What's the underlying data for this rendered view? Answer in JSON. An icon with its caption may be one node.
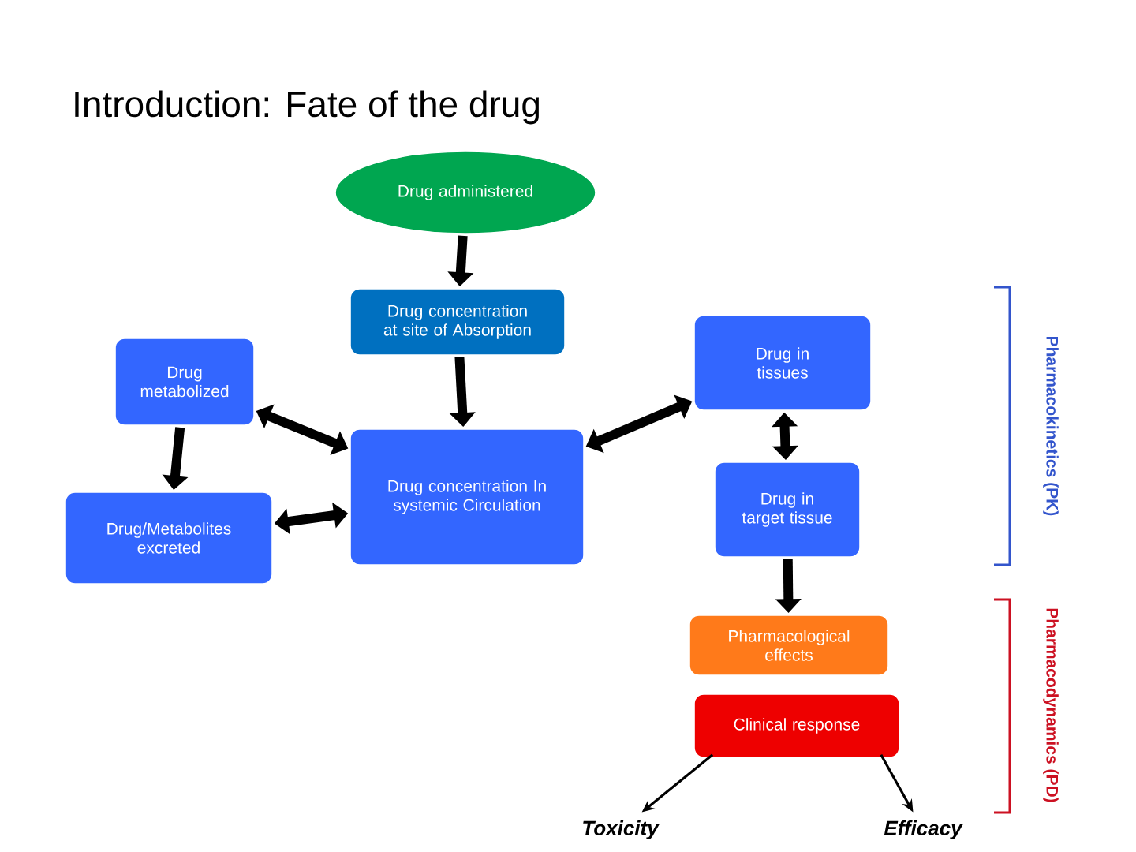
{
  "diagram": {
    "title": "Introduction: Fate of the drug",
    "nodes": [
      {
        "text": [
          "Drug administered"
        ]
      },
      {
        "text": [
          "Drug concentration at site of Absorption"
        ]
      },
      {
        "text": [
          "Drug metabolized"
        ]
      },
      {
        "text": [
          "Drug in tissues"
        ]
      },
      {
        "text": [
          "Drug concentration In systemic Circulation"
        ]
      },
      {
        "text": [
          "Drug/Metabolites excreted"
        ]
      },
      {
        "text": [
          "Drug in target tissue"
        ]
      },
      {
        "text": [
          "Pharmacological effects"
        ]
      },
      {
        "text": [
          "Clinical response"
        ]
      },
      {
        "text": [
          "Toxicity"
        ]
      },
      {
        "text": [
          "Efficacy"
        ]
      }
    ],
    "edges": [
      {
        "from": 0,
        "to": 1,
        "arrow": "to"
      },
      {
        "from": 1,
        "to": 4,
        "arrow": "to"
      },
      {
        "from": 2,
        "to": 4,
        "arrow": "both"
      },
      {
        "from": 2,
        "to": 5,
        "arrow": "to"
      },
      {
        "from": 5,
        "to": 4,
        "arrow": "both"
      },
      {
        "from": 4,
        "to": 3,
        "arrow": "both"
      },
      {
        "from": 3,
        "to": 6,
        "arrow": "both"
      },
      {
        "from": 6,
        "to": 7,
        "arrow": "to"
      },
      {
        "from": 8,
        "to": 9,
        "arrow": "to"
      },
      {
        "from": 8,
        "to": 10,
        "arrow": "to"
      }
    ],
    "labels": [
      "Pharmacokinetics (PK)",
      "Pharmacodynamics (PD)"
    ]
  }
}
